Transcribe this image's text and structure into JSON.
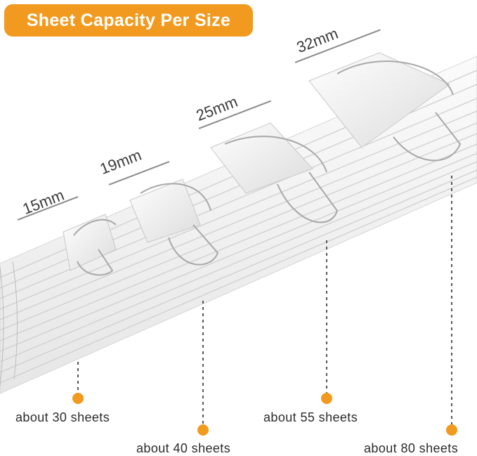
{
  "title": "Sheet Capacity Per Size",
  "colors": {
    "accent": "#f29a1f",
    "paper": "#f4f4f4",
    "clip": "#ffffff",
    "wire": "#9a9a9a"
  },
  "clip_sizes": [
    {
      "label": "15mm"
    },
    {
      "label": "19mm"
    },
    {
      "label": "25mm"
    },
    {
      "label": "32mm"
    }
  ],
  "capacities": [
    {
      "label": "about 30 sheets"
    },
    {
      "label": "about 40 sheets"
    },
    {
      "label": "about 55 sheets"
    },
    {
      "label": "about 80 sheets"
    }
  ]
}
